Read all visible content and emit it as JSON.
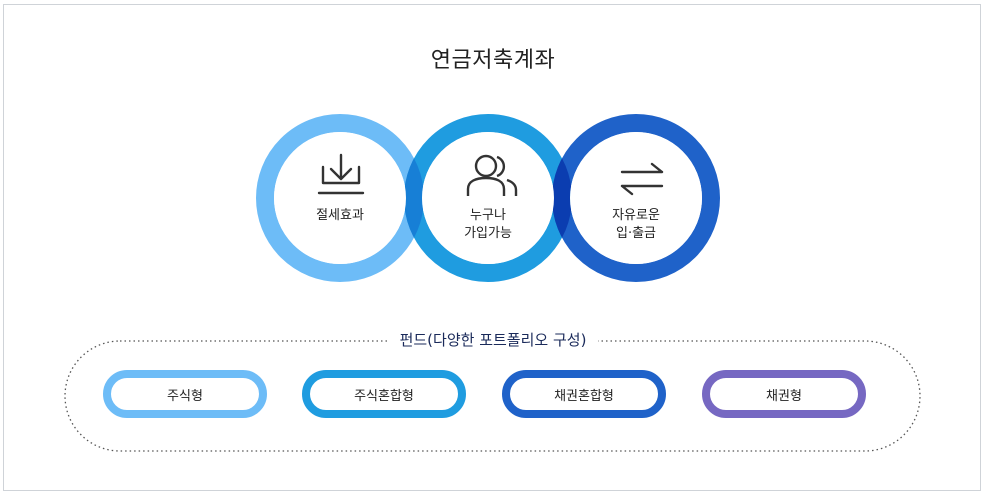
{
  "title": "연금저축계좌",
  "features": [
    {
      "line1": "절세효과",
      "line2": "",
      "icon": "download-icon",
      "color": "#6dbcf7"
    },
    {
      "line1": "누구나",
      "line2": "가입가능",
      "icon": "users-icon",
      "color": "#1f9ce0"
    },
    {
      "line1": "자유로운",
      "line2": "입·출금",
      "icon": "transfer-arrows-icon",
      "color": "#1f62c9"
    }
  ],
  "fund_section": {
    "title": "펀드(다양한 포트폴리오 구성)",
    "types": [
      {
        "label": "주식형",
        "color": "#6dbcf7"
      },
      {
        "label": "주식혼합형",
        "color": "#1f9ce0"
      },
      {
        "label": "채권혼합형",
        "color": "#1f62c9"
      },
      {
        "label": "채권형",
        "color": "#7668c2"
      }
    ]
  }
}
